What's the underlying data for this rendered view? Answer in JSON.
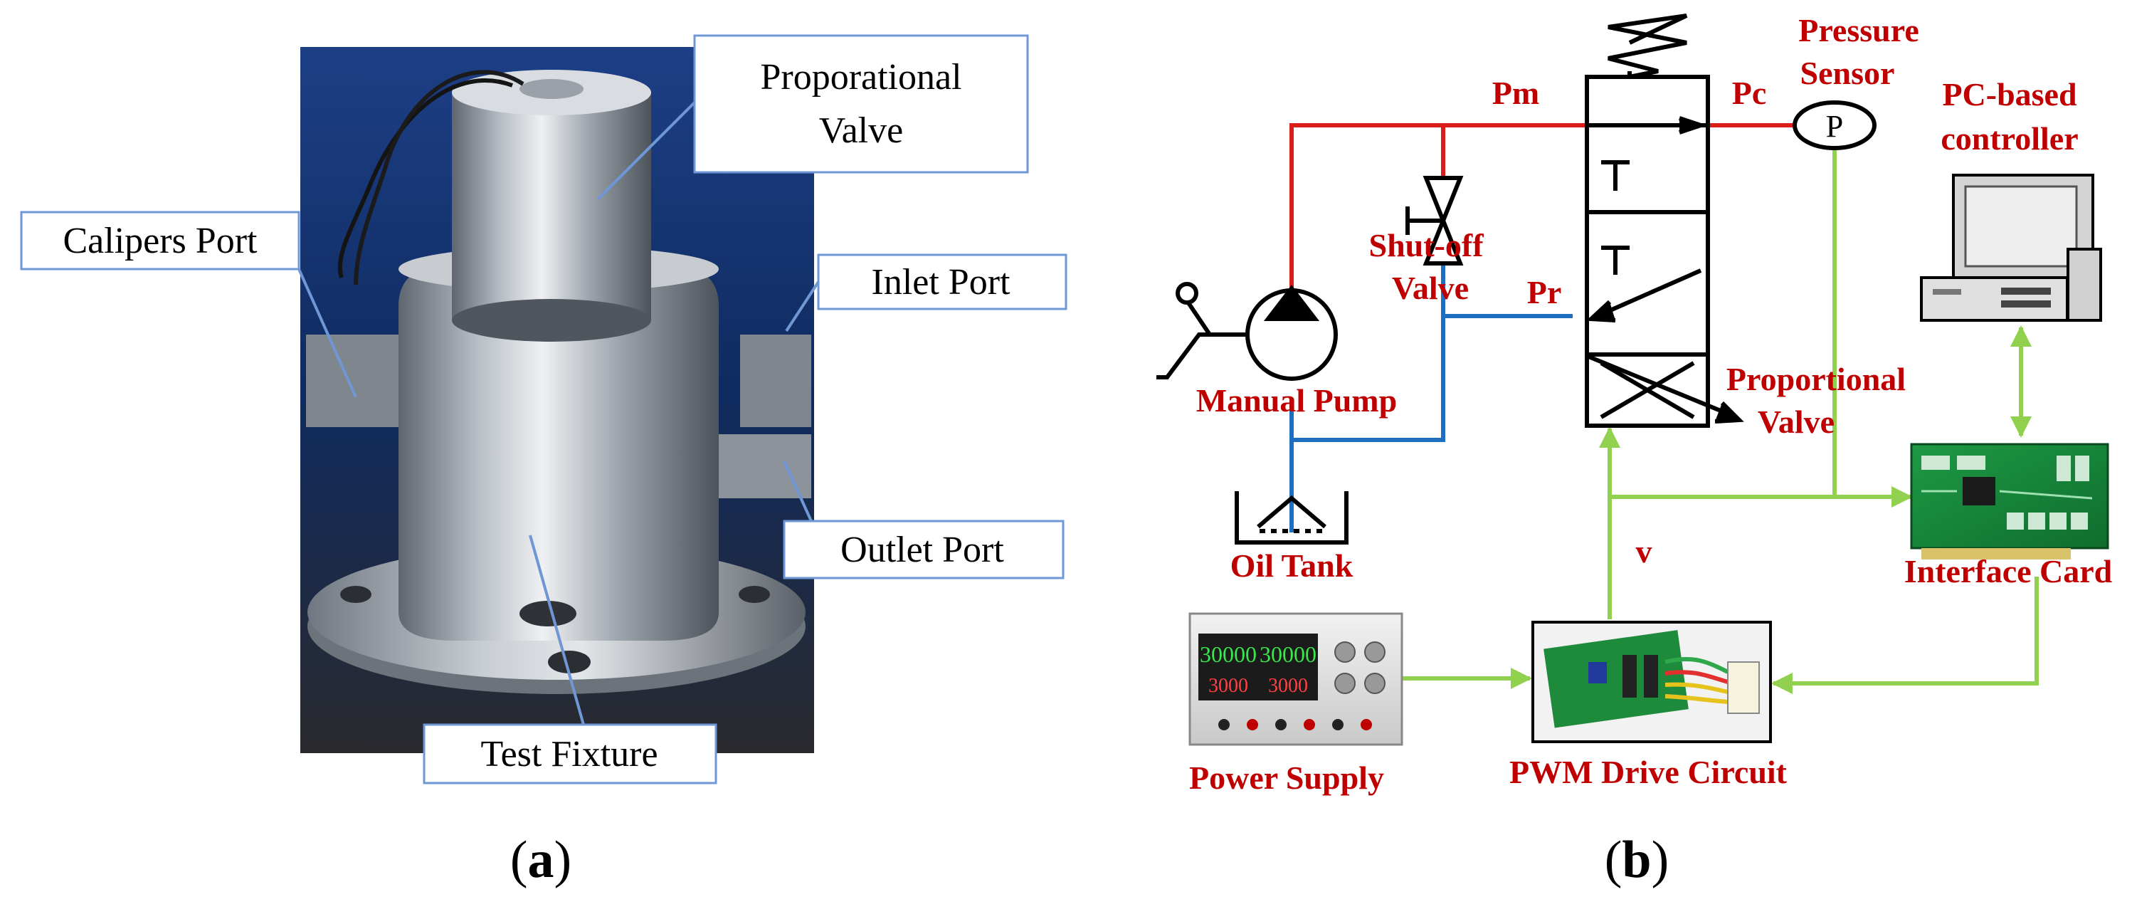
{
  "panel_a": {
    "caption_open": "(",
    "caption_letter": "a",
    "caption_close": ")",
    "labels": {
      "valve_line1": "Proporational",
      "valve_line2": "Valve",
      "calipers_port": "Calipers Port",
      "inlet_port": "Inlet Port",
      "outlet_port": "Outlet Port",
      "test_fixture": "Test Fixture"
    }
  },
  "panel_b": {
    "caption_open": "(",
    "caption_letter": "b",
    "caption_close": ")",
    "labels": {
      "pm": "Pm",
      "pc": "Pc",
      "pr": "Pr",
      "v": "v",
      "p_symbol": "P",
      "pressure_line1": "Pressure",
      "pressure_line2": "Sensor",
      "pc_line1": "PC-based",
      "pc_line2": "controller",
      "shutoff_line1": "Shut-off",
      "shutoff_line2": "Valve",
      "manual_pump": "Manual Pump",
      "prop_line1": "Proportional",
      "prop_line2": "Valve",
      "oil_tank": "Oil Tank",
      "interface_card": "Interface Card",
      "power_supply": "Power Supply",
      "pwm_drive": "PWM Drive Circuit",
      "ps_display_1": "30000",
      "ps_display_2": "30000",
      "ps_display_3": "3000",
      "ps_display_4": "3000"
    }
  },
  "colors": {
    "pressure_line": "#dd1c1c",
    "return_line": "#1e6fc0",
    "signal_line": "#92d050",
    "label_red": "#c00000",
    "callout_border": "#6f97d6"
  }
}
